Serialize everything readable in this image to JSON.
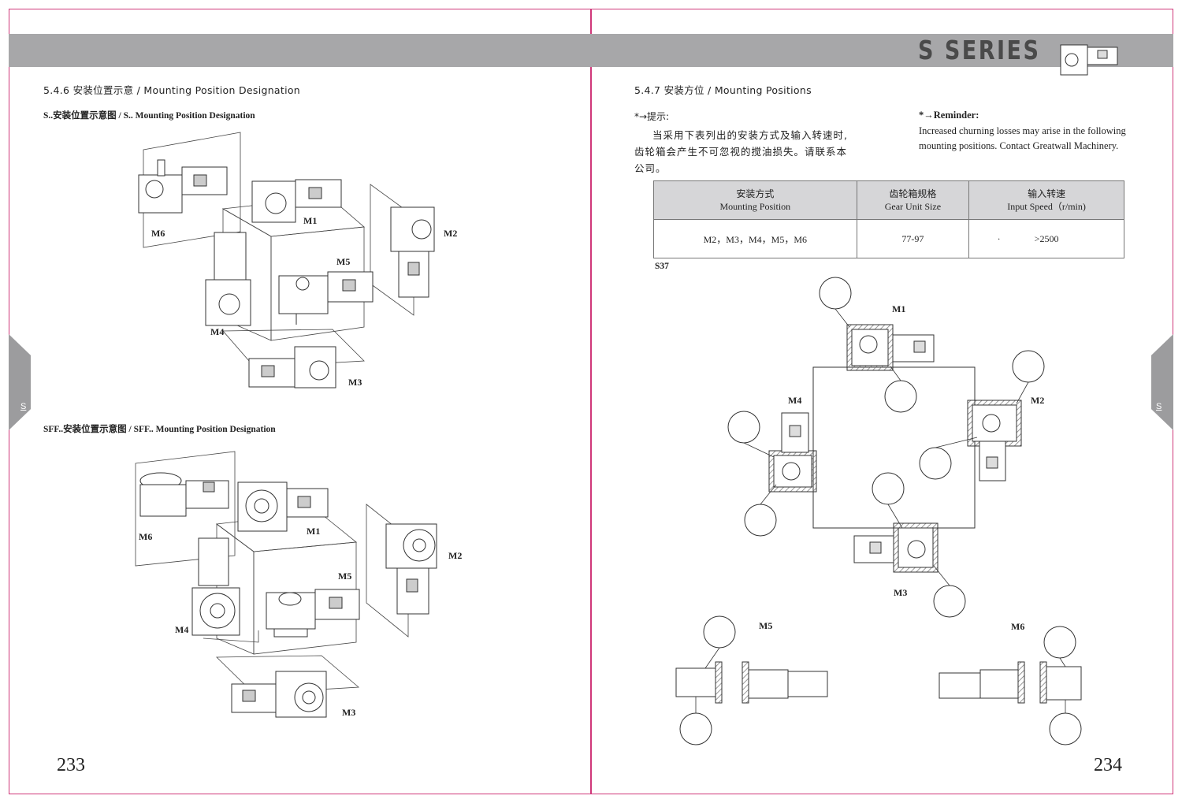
{
  "header": {
    "title": "S SERIES"
  },
  "side_tab": {
    "left": "S",
    "right": "S"
  },
  "left_page": {
    "section_title": "5.4.6 安装位置示意 / Mounting Position Designation",
    "subtitle_s": "S..安装位置示意图 / S.. Mounting Position Designation",
    "subtitle_sff": "SFF..安装位置示意图 / SFF.. Mounting Position Designation",
    "labels_s": [
      "M1",
      "M2",
      "M3",
      "M4",
      "M5",
      "M6"
    ],
    "labels_sff": [
      "M1",
      "M2",
      "M3",
      "M4",
      "M5",
      "M6"
    ],
    "page_number": "233"
  },
  "right_page": {
    "section_title": "5.4.7 安装方位 / Mounting Positions",
    "tip_cn_heading": "*→提示:",
    "tip_cn_lines": [
      "当采用下表列出的安装方式及输入转速时,",
      "齿轮箱会产生不可忽视的搅油损失。请联系本",
      "公司。"
    ],
    "tip_en_heading": "*→Reminder:",
    "tip_en_lines": [
      "Increased churning losses may arise in the following",
      "mounting positions. Contact Greatwall Machinery."
    ],
    "table": {
      "headers_cn": [
        "安装方式",
        "齿轮箱规格",
        "输入转速"
      ],
      "headers_en": [
        "Mounting Position",
        "Gear Unit Size",
        "Input Speed（r/min)"
      ],
      "row": [
        "M2，M3，M4，M5，M6",
        "77-97",
        ">2500"
      ],
      "dot": "."
    },
    "model": "S37",
    "labels": [
      "M1",
      "M2",
      "M3",
      "M4",
      "M5",
      "M6"
    ],
    "page_number": "234"
  }
}
